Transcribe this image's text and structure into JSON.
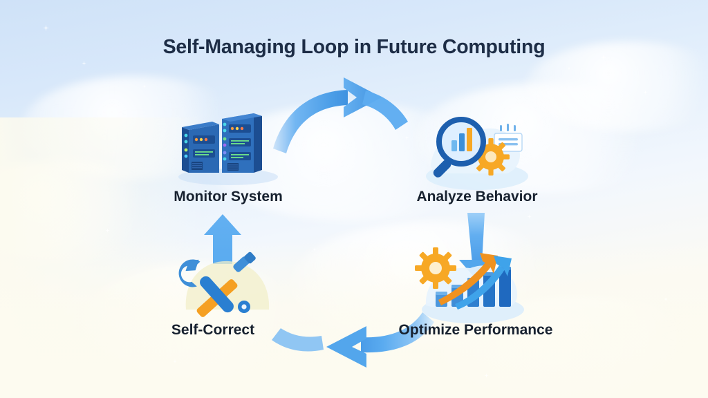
{
  "title": "Self-Managing Loop in Future Computing",
  "theme": {
    "background_top": "#cfe2f8",
    "background_bottom": "#fdfbf2",
    "title_color": "#1d2d46",
    "label_color": "#17212f",
    "arrow_blue": "#5aabf0",
    "arrow_blue_dark": "#3f92e0",
    "accent_orange": "#f5a623",
    "server_blue": "#1f5aa8",
    "server_blue_dark": "#15407c"
  },
  "diagram": {
    "type": "cycle",
    "direction": "clockwise",
    "stage_count": 4,
    "stages": [
      {
        "id": "monitor",
        "label": "Monitor System",
        "icon": "server-rack-icon",
        "position": "top-left",
        "icon_description": "Two blue server towers with status lights and panels"
      },
      {
        "id": "analyze",
        "label": "Analyze Behavior",
        "icon": "magnifier-chart-icon",
        "position": "top-right",
        "icon_description": "Magnifying glass over a bar chart with an orange gear and a document"
      },
      {
        "id": "optimize",
        "label": "Optimize Performance",
        "icon": "growth-chart-icon",
        "position": "bottom-right",
        "icon_description": "Ascending bar chart with orange and blue upward arrows and an orange gear"
      },
      {
        "id": "correct",
        "label": "Self-Correct",
        "icon": "wrench-screwdriver-icon",
        "position": "bottom-left",
        "icon_description": "Blue wrench crossed with an orange-handled screwdriver"
      }
    ],
    "arrows": [
      {
        "id": "monitor-to-analyze",
        "from": "monitor",
        "to": "analyze",
        "shape": "curve-top",
        "points": "right"
      },
      {
        "id": "analyze-to-optimize",
        "from": "analyze",
        "to": "optimize",
        "shape": "straight-down",
        "points": "down"
      },
      {
        "id": "optimize-to-correct",
        "from": "optimize",
        "to": "correct",
        "shape": "curve-bottom",
        "points": "left"
      },
      {
        "id": "correct-to-monitor",
        "from": "correct",
        "to": "monitor",
        "shape": "straight-up",
        "points": "up"
      }
    ]
  }
}
